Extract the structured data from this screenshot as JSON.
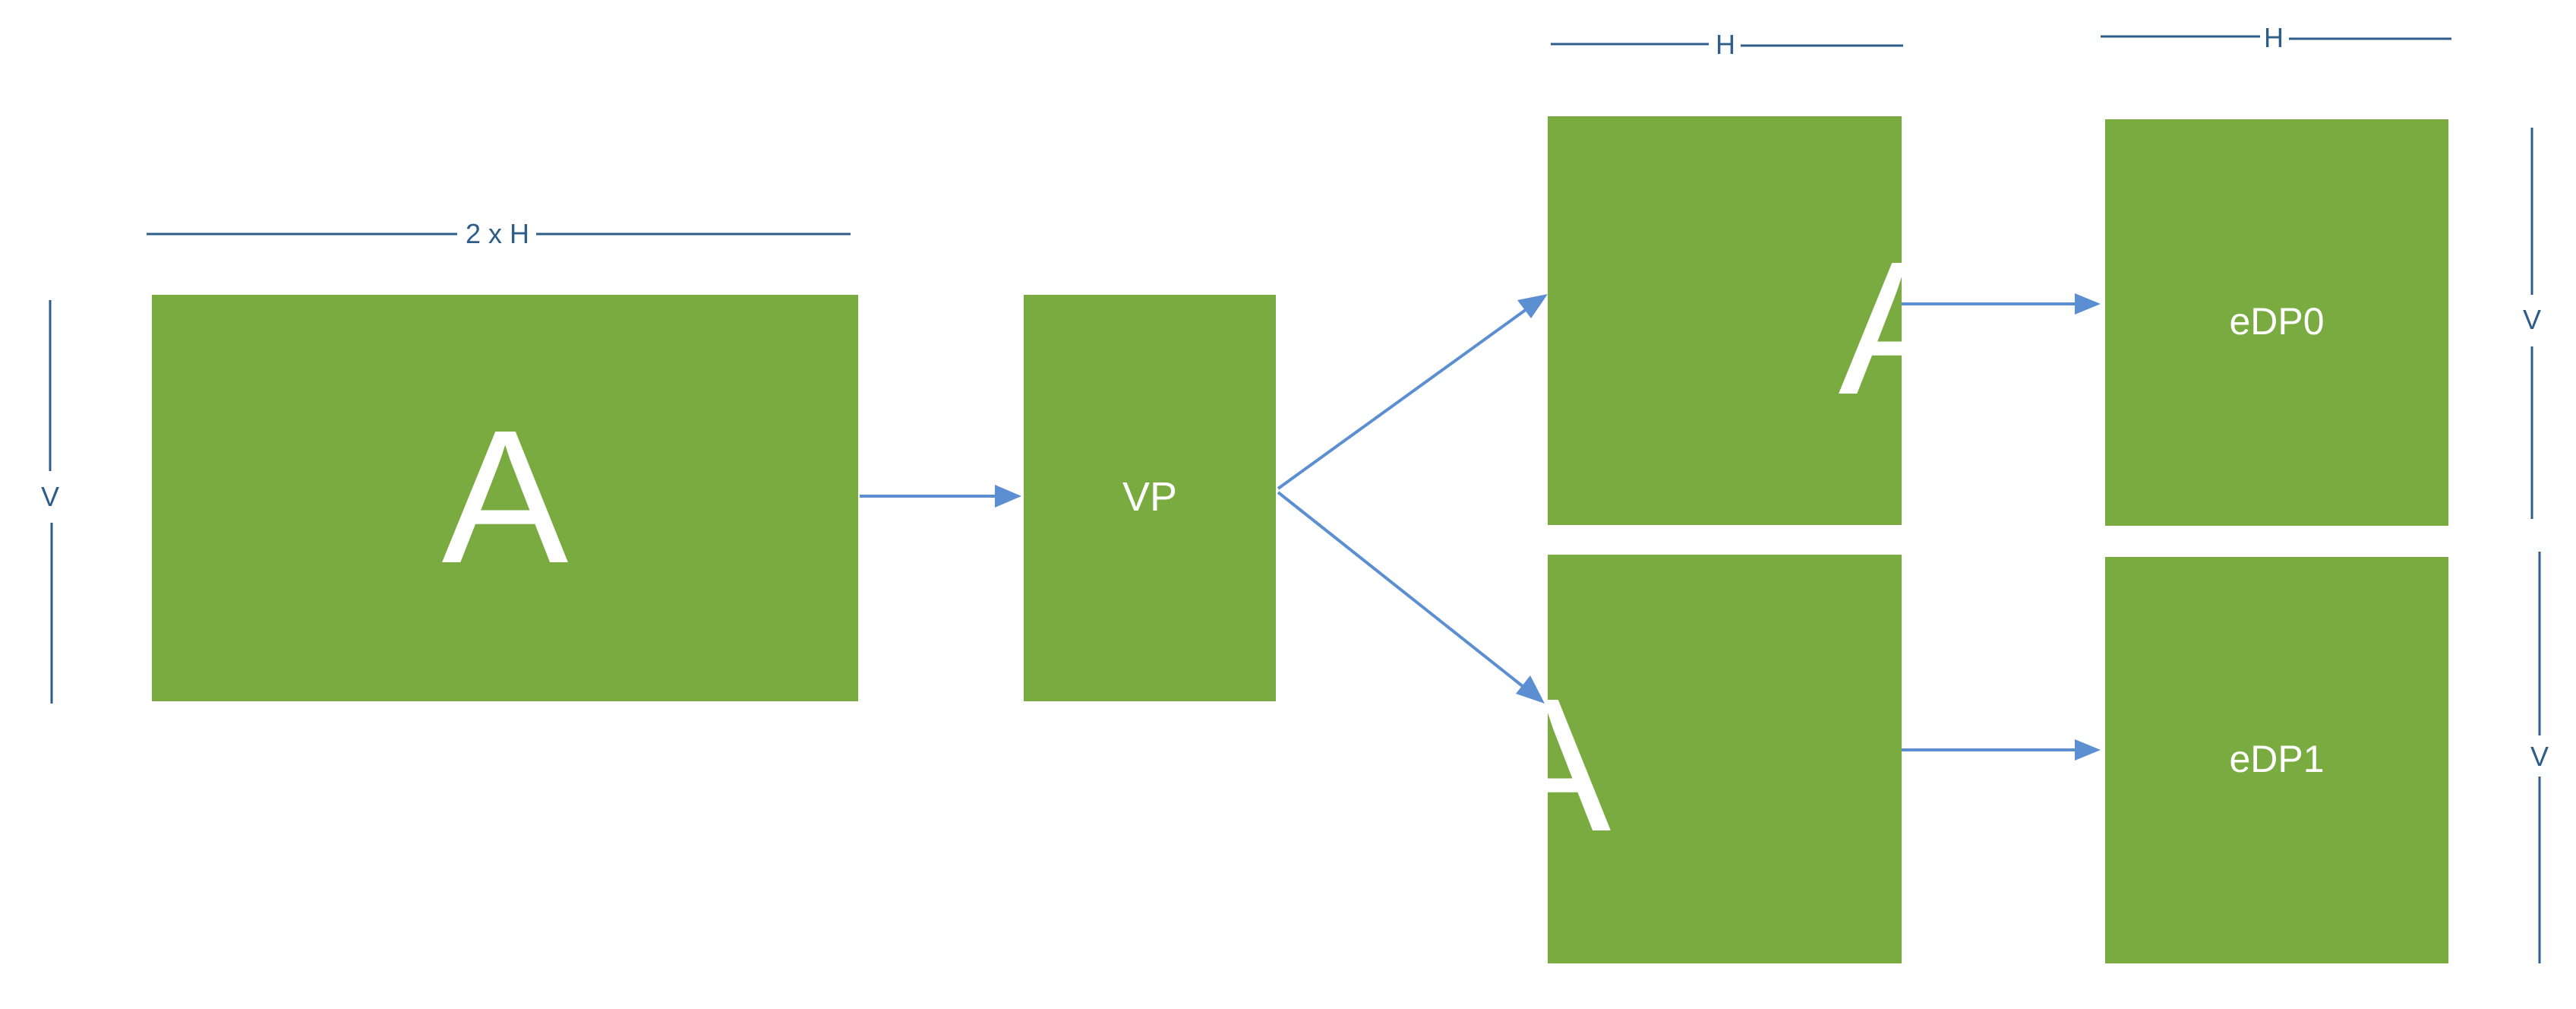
{
  "labels": {
    "source": "A",
    "processor": "VP",
    "split_top": "A",
    "split_bottom": "A",
    "edp0": "eDP0",
    "edp1": "eDP1"
  },
  "dimensions": {
    "source_width": "2 x H",
    "source_height": "V",
    "split_top_width": "H",
    "edp0_width": "H",
    "edp0_height": "V",
    "edp1_height": "V"
  },
  "colors": {
    "box": "#79ab40",
    "arrow": "#5b8fd1",
    "dimension": "#2f5d8a",
    "label": "#ffffff"
  }
}
